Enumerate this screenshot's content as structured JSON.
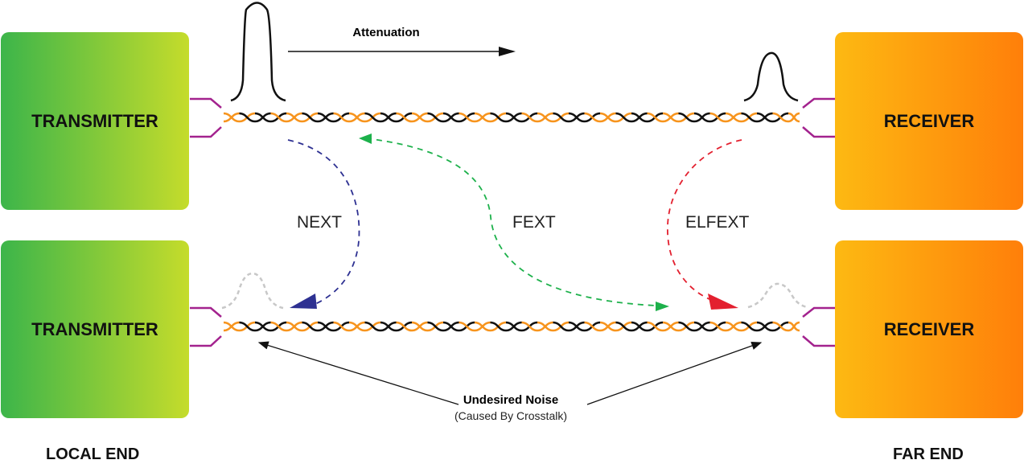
{
  "blocks": {
    "tx_top": "TRANSMITTER",
    "tx_bottom": "TRANSMITTER",
    "rx_top": "RECEIVER",
    "rx_bottom": "RECEIVER"
  },
  "labels": {
    "attenuation": "Attenuation",
    "next": "NEXT",
    "fext": "FEXT",
    "elfext": "ELFEXT",
    "noise_title": "Undesired Noise",
    "noise_sub": "(Caused By Crosstalk)"
  },
  "ends": {
    "local": "LOCAL END",
    "far": "FAR END"
  },
  "colors": {
    "wire_orange": "#f7941d",
    "wire_black": "#111111",
    "lead": "#a3228e",
    "next": "#2e3192",
    "fext": "#1db14b",
    "elfext": "#e3202f",
    "noise": "#c8c8c8"
  }
}
